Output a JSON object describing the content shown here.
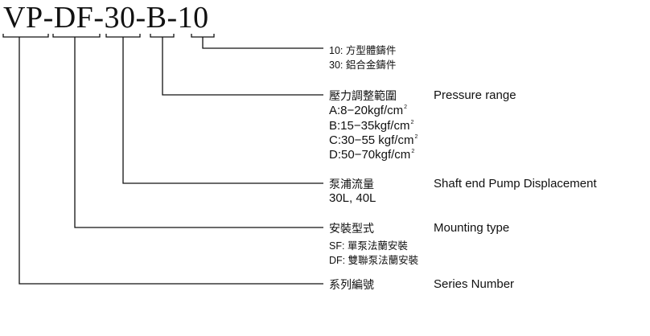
{
  "code": {
    "seg1": "VP",
    "sep1": "-",
    "seg2": "DF",
    "sep2": "-",
    "seg3": "30",
    "sep3": "-",
    "seg4": "B",
    "sep4": "-",
    "seg5": "10"
  },
  "material": {
    "opt10": "10: 方型體鑄件",
    "opt30": "30: 鋁合金鑄件"
  },
  "pressure": {
    "title_zh": "壓力調整範圍",
    "title_en": "Pressure range",
    "A": "A:8−20kgf/cm",
    "B": "B:15−35kgf/cm",
    "C": "C:30−55 kgf/cm",
    "D": "D:50−70kgf/cm",
    "sup": "2"
  },
  "displacement": {
    "title_zh": "泵浦流量",
    "title_en": "Shaft end Pump Displacement",
    "values": "30L, 40L"
  },
  "mounting": {
    "title_zh": "安裝型式",
    "title_en": "Mounting type",
    "SF": "SF: 單泵法蘭安裝",
    "DF": "DF: 雙聯泵法蘭安裝"
  },
  "series": {
    "title_zh": "系列編號",
    "title_en": "Series Number"
  }
}
